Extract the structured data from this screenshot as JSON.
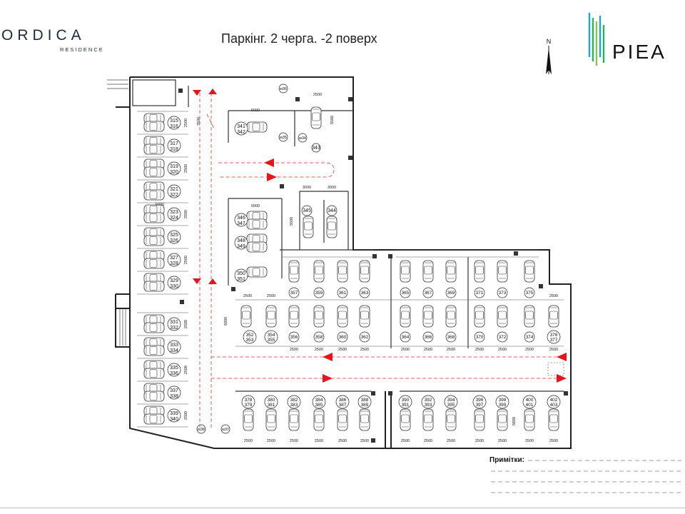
{
  "header": {
    "logo_text": "ORDICA",
    "logo_subtext": "RESIDENCE",
    "title": "Паркінг. 2 черга. -2 поверх",
    "north_label": "N",
    "partner_logo_text": "PIEA"
  },
  "notes": {
    "label": "Примітки:"
  },
  "colors": {
    "arrow": "#e8141c",
    "route": "#e06060",
    "wall": "#222222",
    "grid": "#444444"
  },
  "dimensions": {
    "d2500": "2500",
    "d5000": "5000",
    "d5500": "5500",
    "d3000": "3000",
    "d3500": "3500",
    "d5800": "5800"
  },
  "places": {
    "p315": "315",
    "p316": "316",
    "p317": "317",
    "p318": "318",
    "p319": "319",
    "p320": "320",
    "p321": "321",
    "p322": "322",
    "p323": "323",
    "p324": "324",
    "p325": "325",
    "p326": "326",
    "p327": "327",
    "p328": "328",
    "p329": "329",
    "p330": "330",
    "p331": "331",
    "p332": "332",
    "p333": "333",
    "p334": "334",
    "p335": "335",
    "p336": "336",
    "p337": "337",
    "p338": "338",
    "p339": "339",
    "p340": "340",
    "p341": "341",
    "p342": "342",
    "p343": "343",
    "p344": "344",
    "p345": "345",
    "p346": "346",
    "p347": "347",
    "p348": "348",
    "p349": "349",
    "p350": "350",
    "p351": "351",
    "p352": "352",
    "p353": "353",
    "p354": "354",
    "p355": "355",
    "p356": "356",
    "p357": "357",
    "p358": "358",
    "p359": "359",
    "p360": "360",
    "p361": "361",
    "p362": "362",
    "p363": "363",
    "p364": "364",
    "p365": "365",
    "p366": "366",
    "p367": "367",
    "p368": "368",
    "p369": "369",
    "p370": "370",
    "p371": "371",
    "p372": "372",
    "p373": "373",
    "p374": "374",
    "p375": "375",
    "p376": "376",
    "p377": "377",
    "p378": "378",
    "p379": "379",
    "p380": "380",
    "p381": "381",
    "p382": "382",
    "p383": "383",
    "p384": "384",
    "p385": "385",
    "p386": "386",
    "p387": "387",
    "p388": "388",
    "p389": "389",
    "p390": "390",
    "p391": "391",
    "p392": "392",
    "p393": "393",
    "p394": "394",
    "p395": "395",
    "p396": "396",
    "p397": "397",
    "p398": "398",
    "p399": "399",
    "p400": "400",
    "p401": "401",
    "p402": "402",
    "p403": "403",
    "m34": "м34",
    "m35": "м35",
    "m36": "м36",
    "m37": "м37",
    "m38": "м38"
  }
}
